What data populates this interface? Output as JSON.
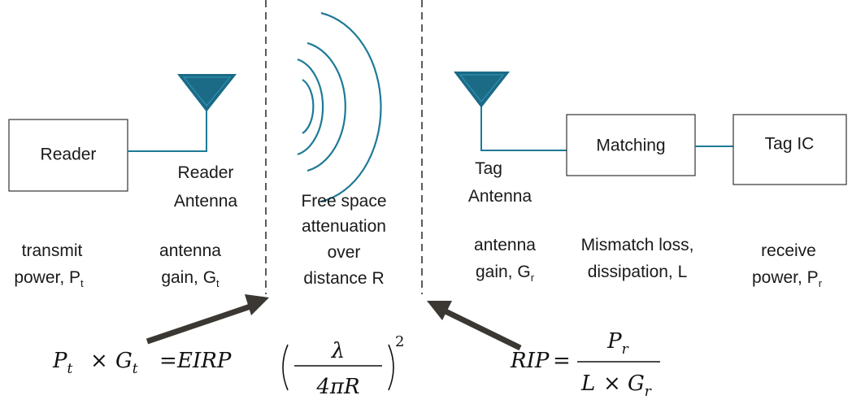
{
  "colors": {
    "antenna": "#1b6b87",
    "wire": "#1e7a96",
    "arrow": "#3b3733",
    "box_stroke": "#333333"
  },
  "blocks": {
    "reader": "Reader",
    "matching": "Matching",
    "tag_ic": "Tag IC"
  },
  "labels": {
    "reader_antenna_1": "Reader",
    "reader_antenna_2": "Antenna",
    "tag_antenna_1": "Tag",
    "tag_antenna_2": "Antenna",
    "free_space_1": "Free space",
    "free_space_2": "attenuation",
    "free_space_3": "over",
    "free_space_4": "distance R"
  },
  "params": {
    "transmit_1": "transmit",
    "transmit_2": "power, P",
    "transmit_sub": "t",
    "reader_gain_1": "antenna",
    "reader_gain_2": "gain, G",
    "reader_gain_sub": "t",
    "tag_gain_1": "antenna",
    "tag_gain_2": "gain, G",
    "tag_gain_sub": "r",
    "mismatch_1": "Mismatch loss,",
    "mismatch_2": "dissipation, L",
    "receive_1": "receive",
    "receive_2": "power, P",
    "receive_sub": "r"
  },
  "equations": {
    "eirp": {
      "p": "P",
      "p_sub": "t",
      "times": "×",
      "g": "G",
      "g_sub": "t",
      "eq": "=",
      "rhs": "EIRP"
    },
    "fspl": {
      "lambda": "λ",
      "denom": "4πR",
      "exp": "2"
    },
    "rip": {
      "lhs": "RIP",
      "eq": "=",
      "num": "P",
      "num_sub": "r",
      "den_l": "L",
      "den_times": "×",
      "den_g": "G",
      "den_sub": "r"
    }
  }
}
